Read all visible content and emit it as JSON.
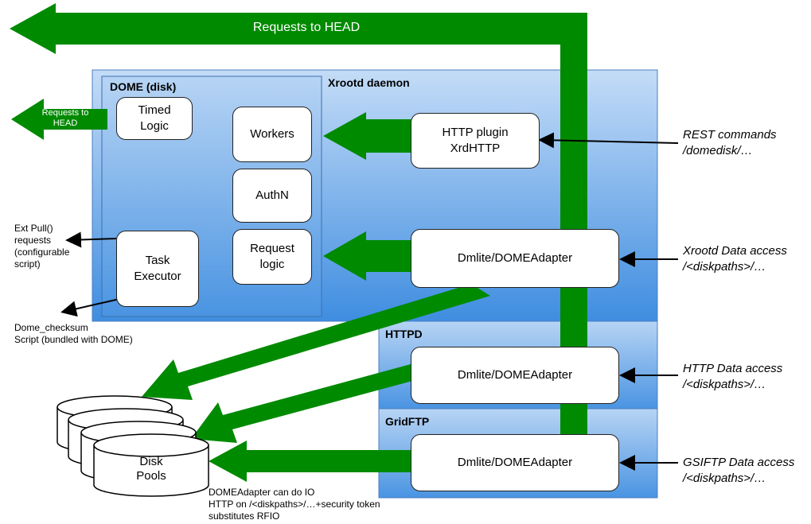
{
  "arrows": {
    "requests_to_head_top": "Requests to HEAD",
    "requests_to_head_left_1": "Requests to",
    "requests_to_head_left_2": "HEAD"
  },
  "containers": {
    "xrootd": "Xrootd daemon",
    "dome": "DOME (disk)",
    "httpd": "HTTPD",
    "gridftp": "GridFTP"
  },
  "boxes": {
    "timed_logic_1": "Timed",
    "timed_logic_2": "Logic",
    "workers": "Workers",
    "authn": "AuthN",
    "request_logic_1": "Request",
    "request_logic_2": "logic",
    "task_executor_1": "Task",
    "task_executor_2": "Executor",
    "http_plugin_1": "HTTP plugin",
    "http_plugin_2": "XrdHTTP",
    "adapter_xrootd": "Dmlite/DOMEAdapter",
    "adapter_httpd": "Dmlite/DOMEAdapter",
    "adapter_gridftp": "Dmlite/DOMEAdapter"
  },
  "disk": {
    "line1": "Disk",
    "line2": "Pools"
  },
  "left_notes": {
    "ext_pull_1": "Ext Pull()",
    "ext_pull_2": "requests",
    "ext_pull_3": "(configurable",
    "ext_pull_4": "script)",
    "checksum_1": "Dome_checksum",
    "checksum_2": "Script (bundled with DOME)"
  },
  "right_labels": {
    "rest_1": "REST commands",
    "rest_2": "/domedisk/…",
    "xrootd_1": "Xrootd Data access",
    "xrootd_2": "/<diskpaths>/…",
    "http_1": "HTTP Data access",
    "http_2": "/<diskpaths>/…",
    "gsiftp_1": "GSIFTP Data access",
    "gsiftp_2": "/<diskpaths>/…"
  },
  "bottom_note": {
    "line1": "DOMEAdapter can do IO",
    "line2": "HTTP on /<diskpaths>/…+security token",
    "line3": "substitutes RFIO"
  },
  "colors": {
    "green": "#008a00",
    "blue_top": "#b9d6f5",
    "blue_bottom": "#3e8de0",
    "border": "#4a7fbf"
  }
}
